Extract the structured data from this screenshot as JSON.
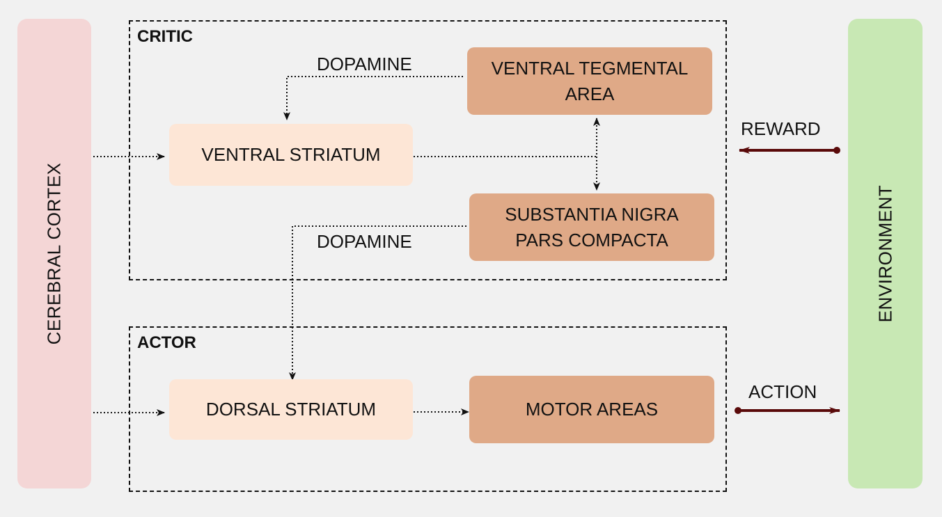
{
  "left_panel": {
    "label": "CEREBRAL CORTEX",
    "color": "#f4d6d6"
  },
  "right_panel": {
    "label": "ENVIRONMENT",
    "color": "#c8e8b4"
  },
  "groups": {
    "critic": {
      "label": "CRITIC"
    },
    "actor": {
      "label": "ACTOR"
    }
  },
  "nodes": {
    "ventral_tegmental": "VENTRAL TEGMENTAL AREA",
    "ventral_striatum": "VENTRAL STRIATUM",
    "substantia_nigra": "SUBSTANTIA NIGRA PARS COMPACTA",
    "dorsal_striatum": "DORSAL STRIATUM",
    "motor_areas": "MOTOR AREAS"
  },
  "edge_labels": {
    "dopamine_top": "DOPAMINE",
    "dopamine_bottom": "DOPAMINE",
    "reward": "REWARD",
    "action": "ACTION"
  },
  "colors": {
    "light_node": "#fde6d6",
    "dark_node": "#dfa987",
    "signal_arrow": "#5a0a0a"
  }
}
